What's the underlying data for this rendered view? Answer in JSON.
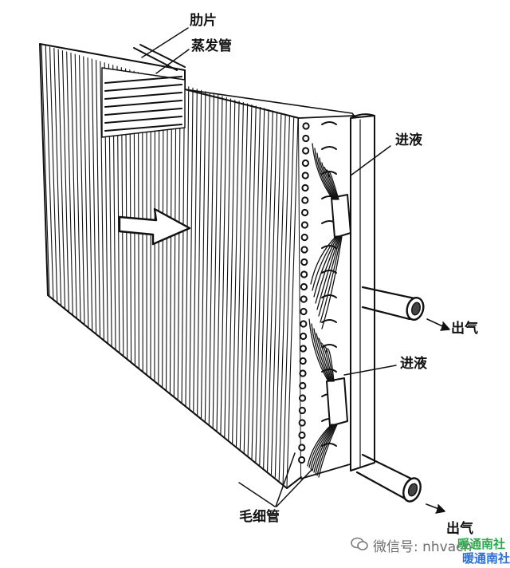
{
  "labels": {
    "fin": "肋片",
    "evaporator_tube": "蒸发管",
    "liquid_in_top": "进液",
    "liquid_in_bottom": "进液",
    "gas_out_top": "出气",
    "gas_out_bottom": "出气",
    "capillary": "毛细管"
  },
  "watermark": {
    "text": "微信号: nhvacn",
    "logo_text": "暖通南社"
  },
  "colors": {
    "ink": "#111111",
    "paper": "#ffffff",
    "watermark_gray": "#6d6d6d",
    "logo_green": "#2fa84f",
    "logo_blue": "#2d6fd1"
  }
}
